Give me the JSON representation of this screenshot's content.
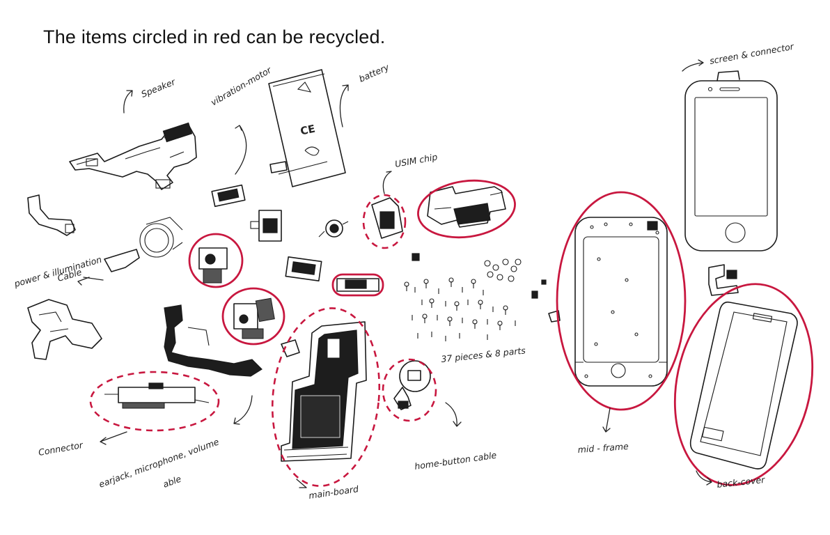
{
  "title": "The items circled in red can be recycled.",
  "labels": {
    "speaker": "Speaker",
    "vibration_motor": "vibration-motor",
    "battery": "battery",
    "battery_mark": "CE",
    "usim_chip": "USIM chip",
    "screen_connector": "screen & connector",
    "power_cable_line1": "power & illumination",
    "power_cable_line2": "Cable",
    "screws": "37 pieces & 8 parts",
    "connector": "Connector",
    "earjack_line1": "earjack, microphone, volume",
    "earjack_line2": "able",
    "main_board": "main-board",
    "home_button_cable": "home-button cable",
    "mid_frame": "mid - frame",
    "back_cover": "back-cover"
  },
  "colors": {
    "recycle_circle": "#c8173f",
    "ink": "#1a1a1a"
  }
}
